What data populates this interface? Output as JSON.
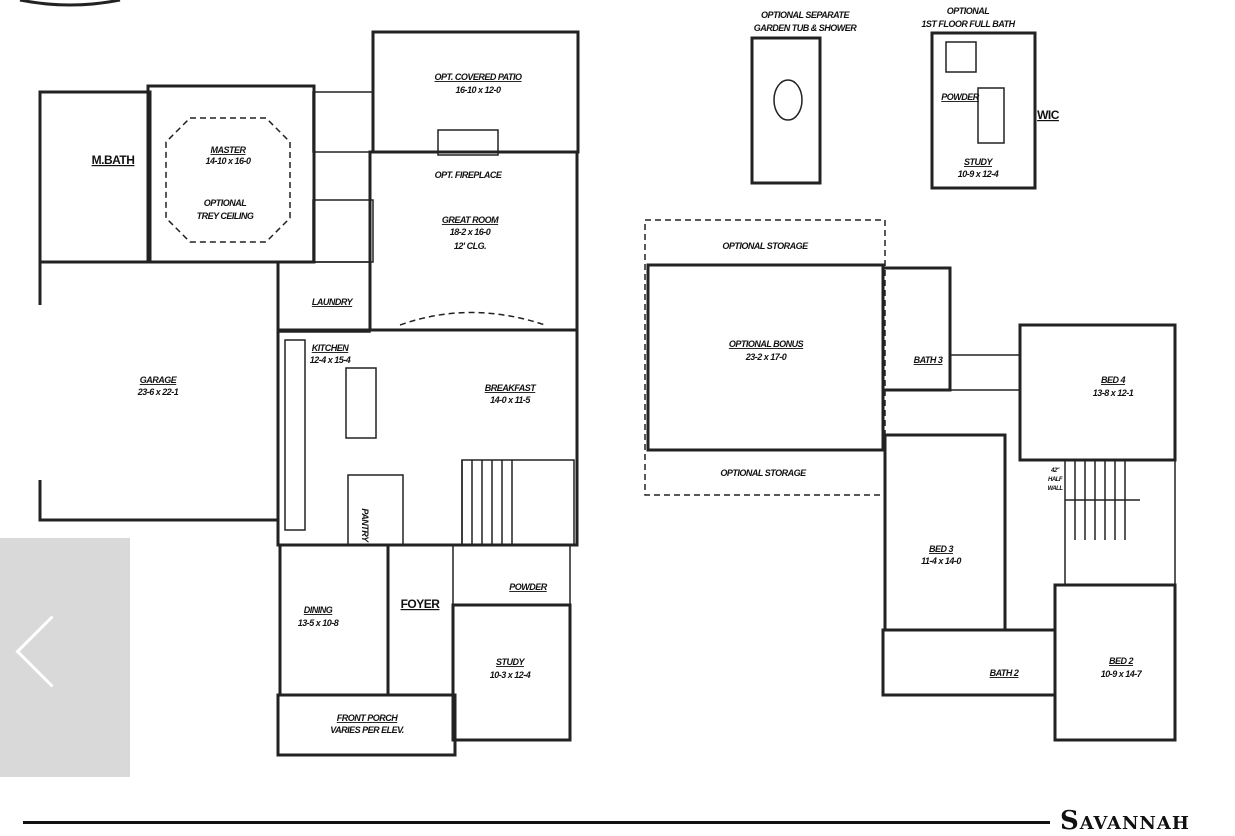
{
  "first_floor": {
    "patio": {
      "name": "OPT. COVERED PATIO",
      "size": "16-10 x 12-0"
    },
    "master": {
      "name": "MASTER",
      "size": "14-10 x 16-0",
      "note1": "OPTIONAL",
      "note2": "TREY CEILING"
    },
    "master_bath": {
      "name": "M.BATH"
    },
    "fireplace": {
      "name": "OPT. FIREPLACE"
    },
    "great_room": {
      "name": "GREAT ROOM",
      "size": "18-2 x 16-0",
      "note": "12' CLG."
    },
    "laundry": {
      "name": "LAUNDRY"
    },
    "kitchen": {
      "name": "KITCHEN",
      "size": "12-4 x 15-4"
    },
    "garage": {
      "name": "GARAGE",
      "size": "23-6 x 22-1"
    },
    "breakfast": {
      "name": "BREAKFAST",
      "size": "14-0 x 11-5"
    },
    "pantry": {
      "name": "PANTRY"
    },
    "foyer": {
      "name": "FOYER"
    },
    "powder": {
      "name": "POWDER"
    },
    "dining": {
      "name": "DINING",
      "size": "13-5 x 10-8"
    },
    "study": {
      "name": "STUDY",
      "size": "10-3 x 12-4"
    },
    "front_porch": {
      "name": "FRONT PORCH",
      "note": "VARIES PER ELEV."
    }
  },
  "insets": {
    "garden_tub": {
      "title1": "OPTIONAL SEPARATE",
      "title2": "GARDEN TUB & SHOWER"
    },
    "full_bath": {
      "title1": "OPTIONAL",
      "title2": "1ST FLOOR FULL BATH",
      "powder": "POWDER",
      "wic": "WIC",
      "study": "STUDY",
      "study_size": "10-9 x 12-4"
    }
  },
  "second_floor": {
    "storage_top": "OPTIONAL STORAGE",
    "bonus": {
      "name": "OPTIONAL BONUS",
      "size": "23-2 x 17-0"
    },
    "storage_bottom": "OPTIONAL STORAGE",
    "bath3": "BATH 3",
    "bed4": {
      "name": "BED 4",
      "size": "13-8 x 12-1"
    },
    "half_wall": {
      "l1": "42\"",
      "l2": "HALF",
      "l3": "WALL"
    },
    "bed3": {
      "name": "BED 3",
      "size": "11-4 x 14-0"
    },
    "bath2": "BATH 2",
    "bed2": {
      "name": "BED 2",
      "size": "10-9 x 14-7"
    }
  },
  "brand": "Savannah",
  "carousel": {
    "prev_icon": "chevron-left-icon",
    "button_color": "#d9d9d9"
  }
}
